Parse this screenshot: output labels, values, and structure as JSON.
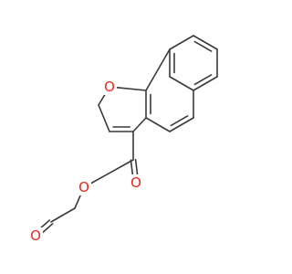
{
  "structure": {
    "atom_labels": [
      {
        "id": "o_ring",
        "text": "O",
        "color": "#e8261c"
      },
      {
        "id": "o_carbonyl",
        "text": "O",
        "color": "#e8261c"
      },
      {
        "id": "o_ester",
        "text": "O",
        "color": "#e8261c"
      },
      {
        "id": "o_aldehyde",
        "text": "O",
        "color": "#e8261c"
      }
    ],
    "bond_color": "#3a3a3a",
    "background": "#ffffff"
  }
}
